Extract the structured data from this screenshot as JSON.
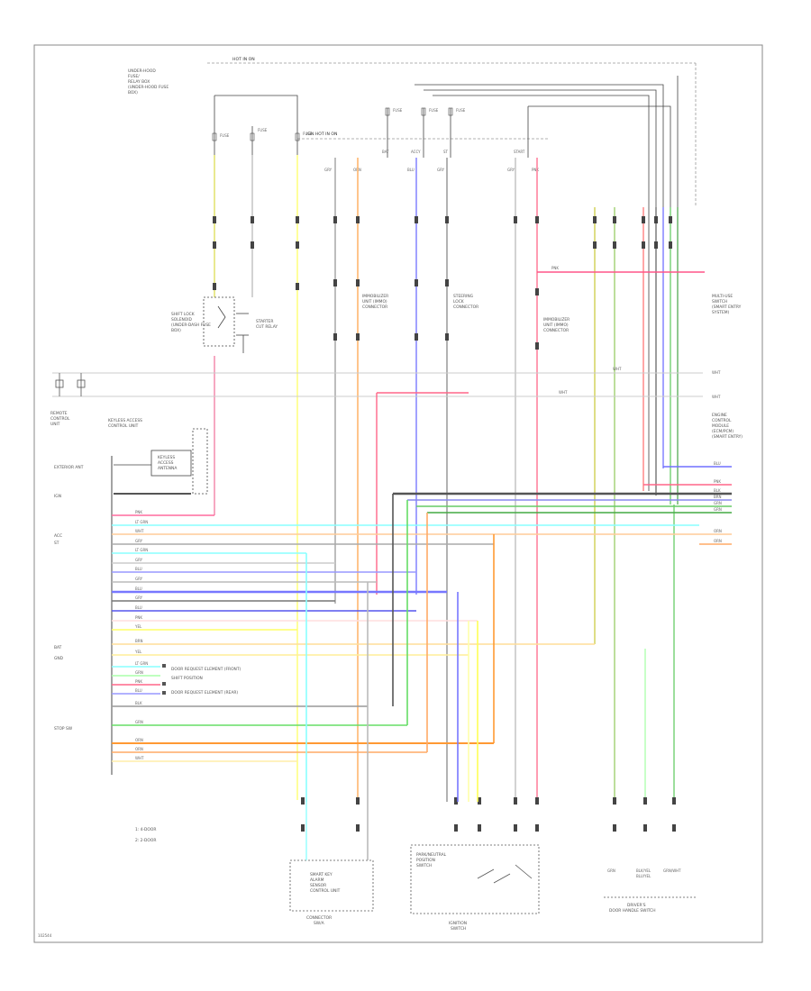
{
  "labels": {
    "top_caption": "HOT IN ON",
    "under_hood_fuse_box": [
      "UNDER-HOOD",
      "FUSE/",
      "RELAY BOX",
      "(UNDER-HOOD FUSE",
      "BOX)"
    ],
    "fuse_left_1": "FUSE",
    "fuse_left_2": "FUSE",
    "fuse_left_3": "FUSE",
    "fuse_top_1": "FUSE",
    "fuse_top_2": "FUSE",
    "fuse_top_3": "FUSE",
    "ign_hot": "IGN HOT IN ON",
    "bus_bat": "BAT",
    "bus_accy": "ACCY",
    "bus_st": "ST",
    "start": "START",
    "immob_conn": [
      "IMMOBILIZER",
      "UNIT (IMMO)",
      "CONNECTOR"
    ],
    "steering_conn": [
      "STEERING",
      "LOCK",
      "CONNECTOR"
    ],
    "immob_conn2": [
      "IMMOBILIZER",
      "UNIT (IMMO)",
      "CONNECTOR"
    ],
    "shift_lock": [
      "SHIFT LOCK",
      "SOLENOID",
      "(UNDER-DASH FUSE",
      "BOX)"
    ],
    "starter_cut": [
      "STARTER",
      "CUT RELAY"
    ],
    "remote_ctrl": [
      "REMOTE",
      "CONTROL",
      "UNIT"
    ],
    "keyless_unit": [
      "KEYLESS ACCESS",
      "CONTROL UNIT"
    ],
    "keyless_ant": [
      "KEYLESS",
      "ACCESS",
      "ANTENNA"
    ],
    "right_top": [
      "MULTI-USE",
      "SWITCH",
      "(SMART ENTRY",
      "SYSTEM)"
    ],
    "right_mid": [
      "ENGINE",
      "CONTROL",
      "MODULE",
      "(ECM/PCM)",
      "(SMART ENTRY)"
    ],
    "left_conn_names": [
      "EXTERIOR ANT",
      "IGN",
      "ACC",
      "ST",
      "BAT",
      "GND",
      "STOP SW"
    ],
    "wire_a": "WHT",
    "wire_b": "BLU",
    "wire_c": "PNK",
    "wire_d": "GRN",
    "wire_e": "YEL",
    "wire_f": "ORN",
    "wire_g": "BRN",
    "wire_h": "GRY",
    "wire_i": "BLK",
    "wire_j": "LT GRN",
    "ann_1": "DOOR REQUEST ELEMENT (FRONT)",
    "ann_2": "SHIFT POSITION",
    "ann_3": "DOOR REQUEST ELEMENT (REAR)",
    "legend_1": "1: 4-DOOR",
    "legend_2": "2: 2-DOOR",
    "box_bl": [
      "SMART KEY",
      "ALARM",
      "SENSOR",
      "CONTROL UNIT"
    ],
    "box_bl_caption": [
      "CONNECTOR",
      "SW/A"
    ],
    "box_bm": [
      "PARK/NEUTRAL",
      "POSITION",
      "SWITCH"
    ],
    "box_bm_caption": [
      "IGNITION",
      "SWITCH"
    ],
    "br_labels": [
      "GRN",
      "BLK/YEL",
      "BLU/YEL",
      "GRN/WHT"
    ],
    "br_caption": [
      "DRIVER'S",
      "DOOR HANDLE SWITCH"
    ],
    "page_id": "102544"
  }
}
